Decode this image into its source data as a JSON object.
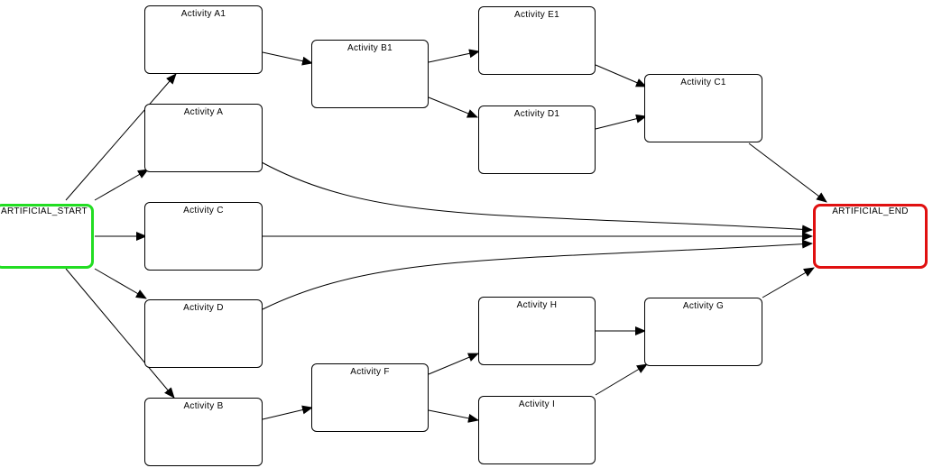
{
  "diagram": {
    "nodes": [
      {
        "id": "start",
        "label": "ARTIFICIAL_START",
        "kind": "start"
      },
      {
        "id": "a1",
        "label": "Activity A1",
        "kind": "activity"
      },
      {
        "id": "a",
        "label": "Activity A",
        "kind": "activity"
      },
      {
        "id": "c",
        "label": "Activity C",
        "kind": "activity"
      },
      {
        "id": "d",
        "label": "Activity D",
        "kind": "activity"
      },
      {
        "id": "b",
        "label": "Activity B",
        "kind": "activity"
      },
      {
        "id": "b1",
        "label": "Activity B1",
        "kind": "activity"
      },
      {
        "id": "f",
        "label": "Activity F",
        "kind": "activity"
      },
      {
        "id": "e1",
        "label": "Activity E1",
        "kind": "activity"
      },
      {
        "id": "d1",
        "label": "Activity D1",
        "kind": "activity"
      },
      {
        "id": "h",
        "label": "Activity H",
        "kind": "activity"
      },
      {
        "id": "i",
        "label": "Activity I",
        "kind": "activity"
      },
      {
        "id": "c1",
        "label": "Activity C1",
        "kind": "activity"
      },
      {
        "id": "g",
        "label": "Activity G",
        "kind": "activity"
      },
      {
        "id": "end",
        "label": "ARTIFICIAL_END",
        "kind": "end"
      }
    ],
    "edges": [
      {
        "from": "start",
        "to": "a1"
      },
      {
        "from": "start",
        "to": "a"
      },
      {
        "from": "start",
        "to": "c"
      },
      {
        "from": "start",
        "to": "d"
      },
      {
        "from": "start",
        "to": "b"
      },
      {
        "from": "a1",
        "to": "b1"
      },
      {
        "from": "b1",
        "to": "e1"
      },
      {
        "from": "b1",
        "to": "d1"
      },
      {
        "from": "e1",
        "to": "c1"
      },
      {
        "from": "d1",
        "to": "c1"
      },
      {
        "from": "c1",
        "to": "end"
      },
      {
        "from": "a",
        "to": "end"
      },
      {
        "from": "c",
        "to": "end"
      },
      {
        "from": "d",
        "to": "end"
      },
      {
        "from": "b",
        "to": "f"
      },
      {
        "from": "f",
        "to": "h"
      },
      {
        "from": "f",
        "to": "i"
      },
      {
        "from": "h",
        "to": "g"
      },
      {
        "from": "i",
        "to": "g"
      },
      {
        "from": "g",
        "to": "end"
      }
    ],
    "colors": {
      "start_border": "#22dd22",
      "end_border": "#e01010",
      "line": "#000000"
    }
  }
}
